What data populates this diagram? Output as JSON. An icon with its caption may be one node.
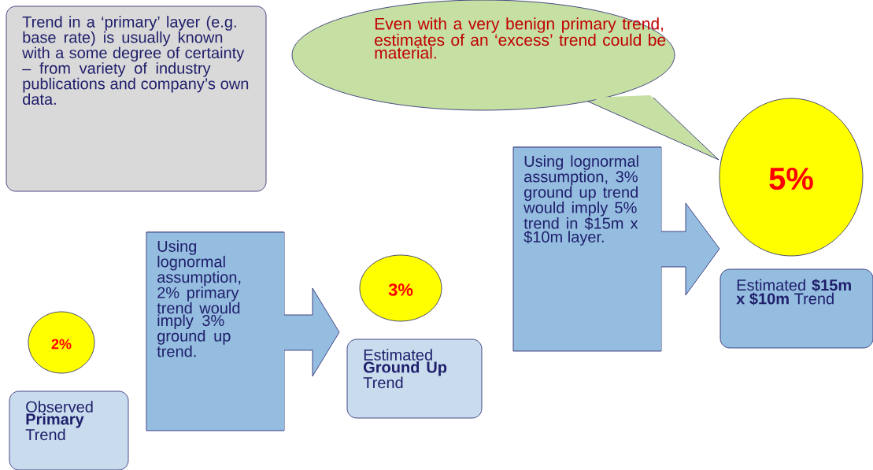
{
  "diagram": {
    "nodes": [
      {
        "text": [
          "Trend in a ‘primary’ layer (e.g. base rate) is usually known with a some degree of certainty – from variety of industry publications and company’s own data."
        ]
      },
      {
        "text": [
          "Even with a very benign primary trend, estimates of an ‘excess’ trend could be material."
        ]
      },
      {
        "text": [
          "2%"
        ]
      },
      {
        "text": [
          "Observed **Primary** Trend"
        ]
      },
      {
        "text": [
          "Using lognormal assumption, 2% primary trend would imply 3% ground up trend."
        ]
      },
      {
        "text": [
          "3%"
        ]
      },
      {
        "text": [
          "Estimated **Ground Up** Trend"
        ]
      },
      {
        "text": [
          "Using lognormal assumption, 3% ground up trend would imply 5% trend in $15m x $10m layer."
        ]
      },
      {
        "text": [
          "5%"
        ]
      },
      {
        "text": [
          "Estimated **$15m x $10m** Trend"
        ]
      }
    ]
  }
}
